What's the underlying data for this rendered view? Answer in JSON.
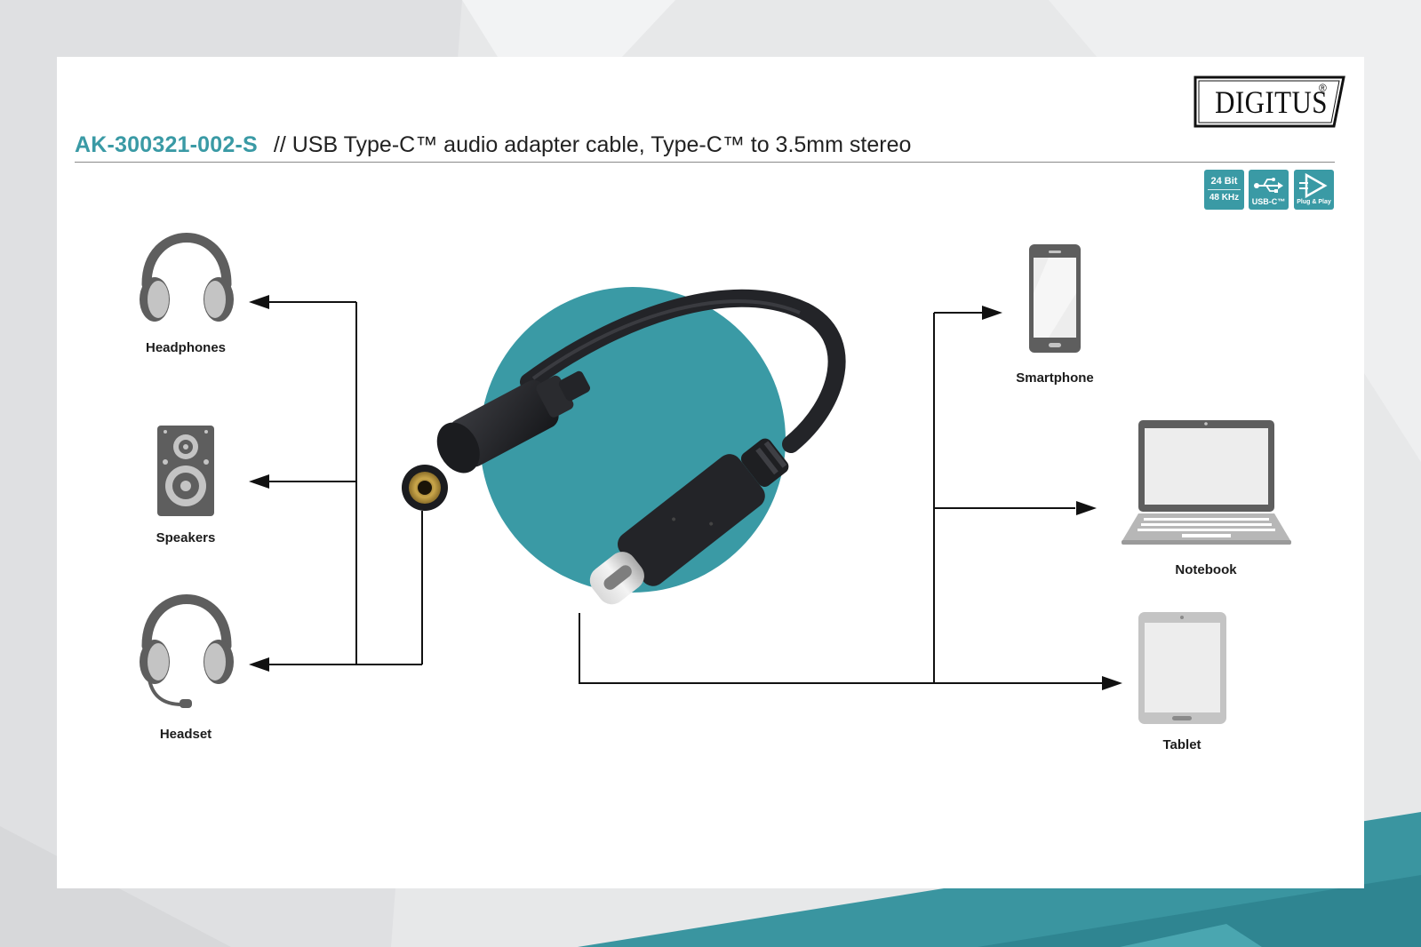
{
  "product": {
    "code": "AK-300321-002-S",
    "description": "// USB Type-C™ audio adapter cable, Type-C™ to 3.5mm stereo"
  },
  "brand": {
    "logo_text": "DIGITUS",
    "logo_reg": "®"
  },
  "badges": {
    "audio": {
      "line1": "24 Bit",
      "line2": "48 KHz"
    },
    "usb": {
      "label": "USB-C™"
    },
    "plug": {
      "label": "Plug & Play"
    }
  },
  "devices": {
    "left": [
      {
        "label": "Headphones",
        "icon": "headphones-icon"
      },
      {
        "label": "Speakers",
        "icon": "speaker-icon"
      },
      {
        "label": "Headset",
        "icon": "headset-icon"
      }
    ],
    "right": [
      {
        "label": "Smartphone",
        "icon": "smartphone-icon"
      },
      {
        "label": "Notebook",
        "icon": "notebook-icon"
      },
      {
        "label": "Tablet",
        "icon": "tablet-icon"
      }
    ]
  },
  "colors": {
    "accent": "#3a9aa5",
    "icon_dark": "#5e5e5e",
    "icon_light": "#c4c4c4",
    "cable": "#232428"
  }
}
